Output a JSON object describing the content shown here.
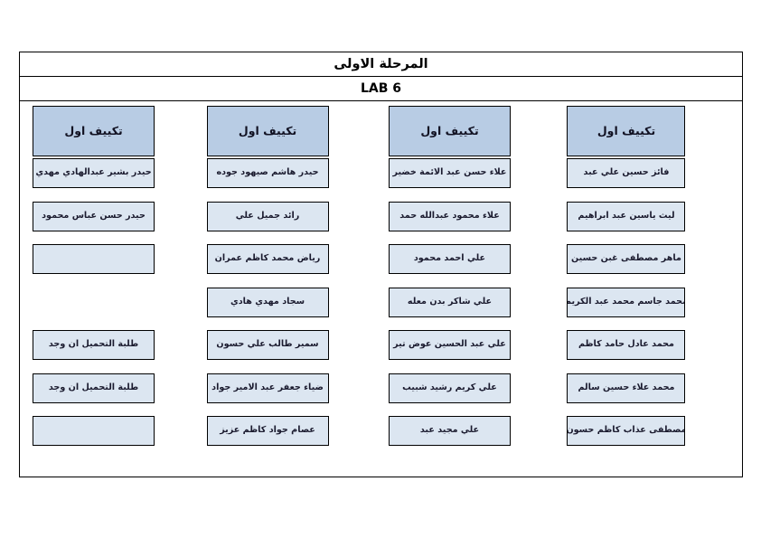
{
  "document": {
    "title": "المرحلة الاولى",
    "lab_label": "LAB 6"
  },
  "colors": {
    "header_cell_fill": "#b8cce4",
    "body_cell_fill": "#dce6f1",
    "border": "#000000",
    "page_background": "#ffffff",
    "text": "#1a1a2e"
  },
  "columns": [
    {
      "header": "تكييف اول",
      "cells": [
        "فائز حسين علي عبد",
        "ليث ياسين عبد ابراهيم",
        "ماهر مصطفى غبن حسين",
        "محمد جاسم محمد عبد الكريم",
        "محمد عادل حامد كاظم",
        "محمد علاء حسين سالم",
        "مصطفى عذاب كاظم حسون"
      ]
    },
    {
      "header": "تكييف اول",
      "cells": [
        "علاء حسن عبد الائمة خضير",
        "علاء محمود عبدالله حمد",
        "علي احمد محمود",
        "علي شاكر بدن معله",
        "علي عبد الحسين عوض تير",
        "علي كريم رشيد شبيب",
        "علي مجيد عبد"
      ]
    },
    {
      "header": "تكييف اول",
      "cells": [
        "حيدر هاشم صيهود جوده",
        "رائد جميل علي",
        "رياض محمد كاظم عمران",
        "سجاد مهدي هادي",
        "سمير طالب علي حسون",
        "ضياء جعفر عبد الامير جواد",
        "عصام جواد كاظم عزيز"
      ]
    },
    {
      "header": "تكييف اول",
      "cells": [
        "حيدر بشير عبدالهادي مهدي",
        "حيدر حسن عباس محمود",
        "",
        null,
        "طلبة التحميل ان وجد",
        "طلبة التحميل ان وجد",
        ""
      ]
    }
  ]
}
